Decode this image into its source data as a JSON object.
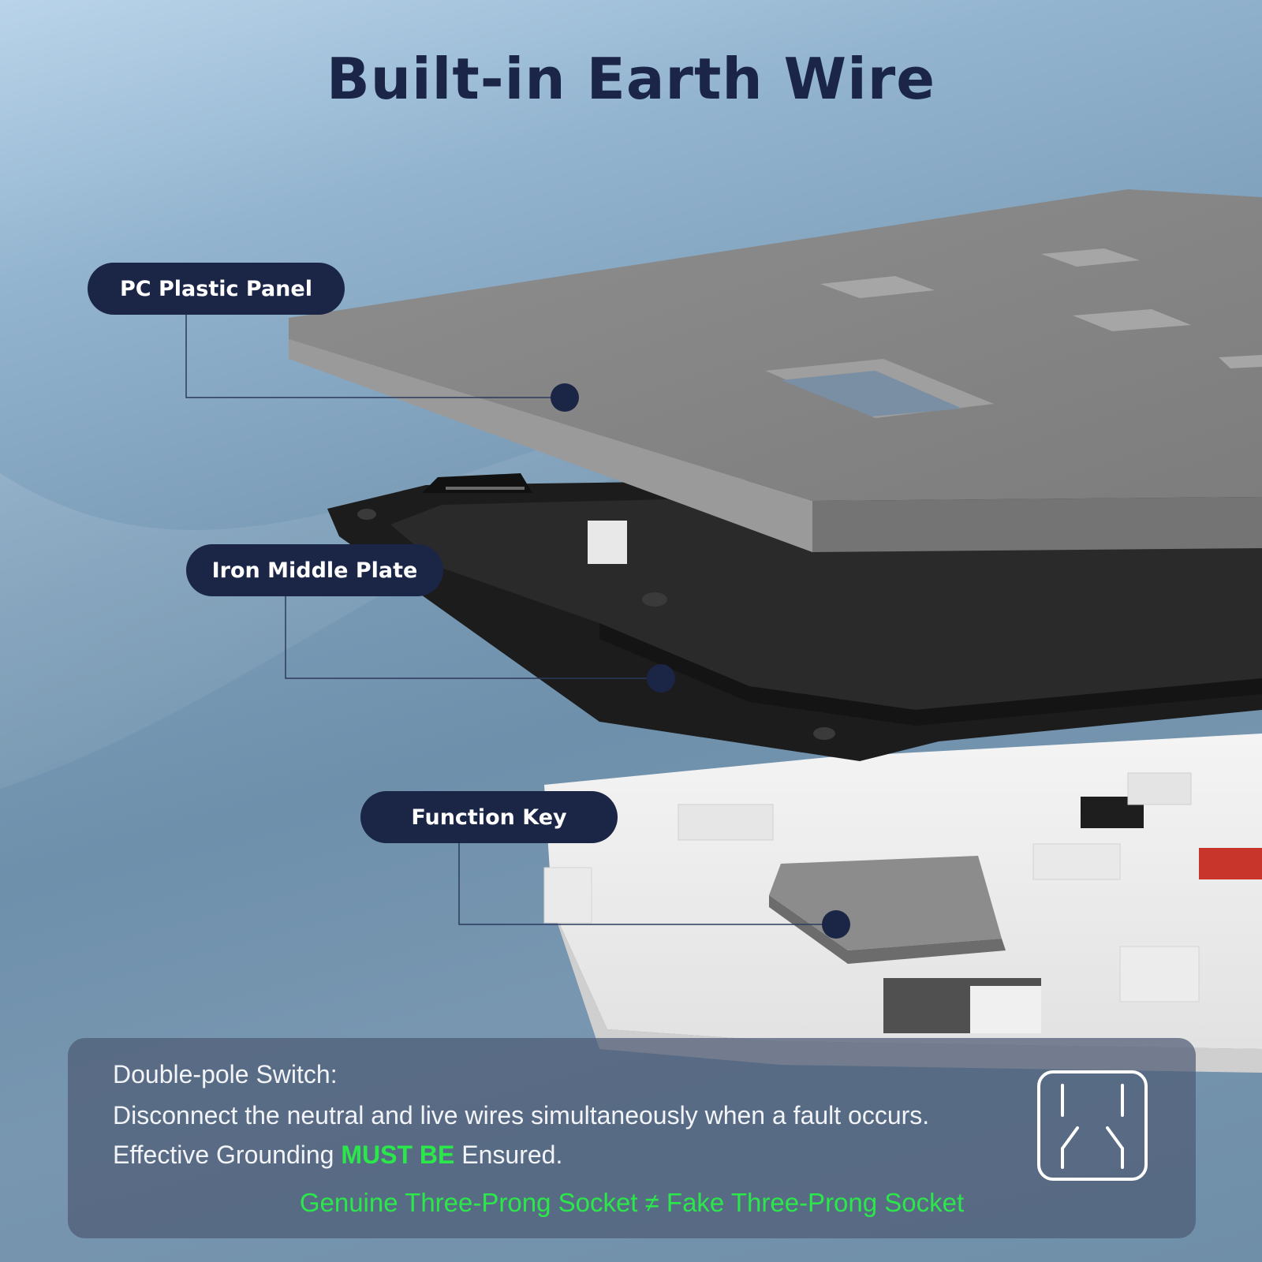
{
  "title": "Built-in Earth Wire",
  "labels": {
    "panel": "PC Plastic Panel",
    "plate": "Iron Middle Plate",
    "key": "Function Key"
  },
  "info": {
    "heading": "Double-pole Switch:",
    "description": "Disconnect the neutral and live wires simultaneously when a fault occurs.",
    "grounding_prefix": "Effective Grounding ",
    "grounding_highlight": "MUST BE",
    "grounding_suffix": " Ensured.",
    "comparison": "Genuine Three-Prong Socket ≠ Fake Three-Prong Socket"
  },
  "icons": {
    "switch": "double-pole-switch-icon"
  },
  "colors": {
    "label_bg": "#1b2647",
    "title": "#1a2547",
    "highlight": "#2be84a"
  }
}
